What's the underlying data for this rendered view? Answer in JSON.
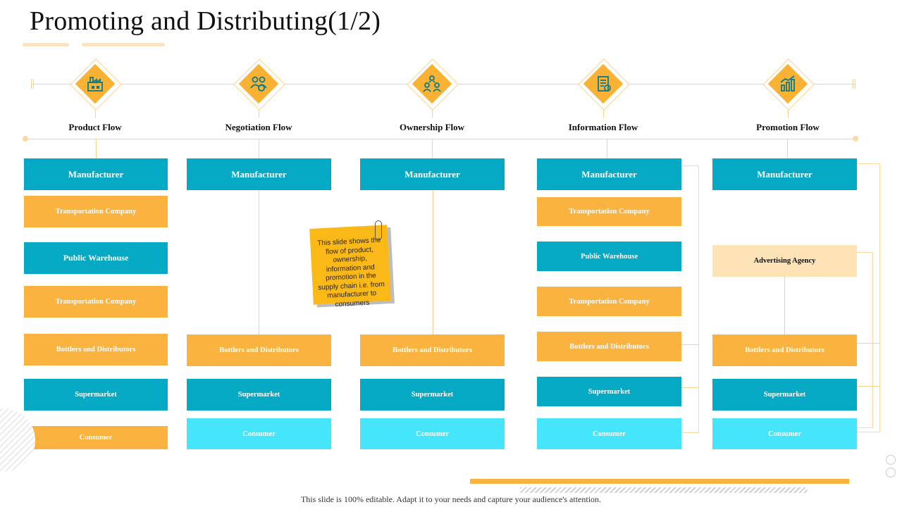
{
  "title": "Promoting and Distributing(1/2)",
  "footer": "This slide is 100% editable.  Adapt it to your needs and capture your audience's attention.",
  "note": "This slide shows the flow of product, ownership, information and promotion in the supply chain i.e. from manufacturer to consumers",
  "colors": {
    "teal": "#06a9c4",
    "orange": "#fbb33f",
    "cyan": "#45e6fb",
    "beige": "#fde3b5"
  },
  "flows": [
    {
      "title": "Product Flow",
      "icon": "factory-icon",
      "steps": [
        "Manufacturer",
        "Transportation Company",
        "Public Warehouse",
        "Transportation Company",
        "Bottlers and Distributors",
        "Supermarket",
        "Consumer"
      ]
    },
    {
      "title": "Negotiation Flow",
      "icon": "people-negotiation-icon",
      "steps": [
        "Manufacturer",
        "Bottlers and Distributors",
        "Supermarket",
        "Consumer"
      ]
    },
    {
      "title": "Ownership Flow",
      "icon": "ownership-people-icon",
      "steps": [
        "Manufacturer",
        "Bottlers and Distributors",
        "Supermarket",
        "Consumer"
      ]
    },
    {
      "title": "Information Flow",
      "icon": "information-document-icon",
      "steps": [
        "Manufacturer",
        "Transportation Company",
        "Public Warehouse",
        "Transportation Company",
        "Bottlers and Distributors",
        "Supermarket",
        "Consumer"
      ]
    },
    {
      "title": "Promotion Flow",
      "icon": "growth-chart-icon",
      "steps": [
        "Manufacturer",
        "Advertising Agency",
        "Bottlers and Distributors",
        "Supermarket",
        "Consumer"
      ]
    }
  ]
}
